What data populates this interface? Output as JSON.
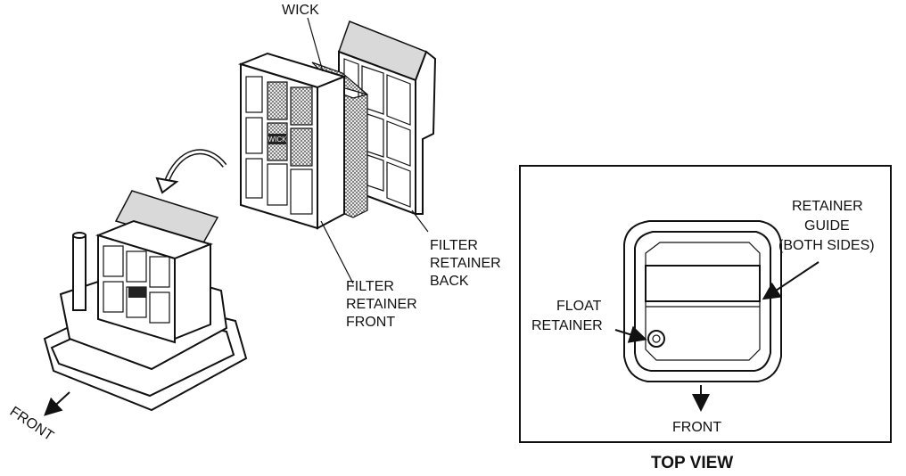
{
  "labels": {
    "wick": "WICK",
    "filter_retainer_back": [
      "FILTER",
      "RETAINER",
      "BACK"
    ],
    "filter_retainer_front": [
      "FILTER",
      "RETAINER",
      "FRONT"
    ],
    "front_main": "FRONT",
    "retainer_guide": [
      "RETAINER",
      "GUIDE",
      "(BOTH SIDES)"
    ],
    "float_retainer": [
      "FLOAT",
      "RETAINER"
    ],
    "front_top": "FRONT",
    "top_view": "TOP VIEW"
  },
  "logo_text": "WICK"
}
